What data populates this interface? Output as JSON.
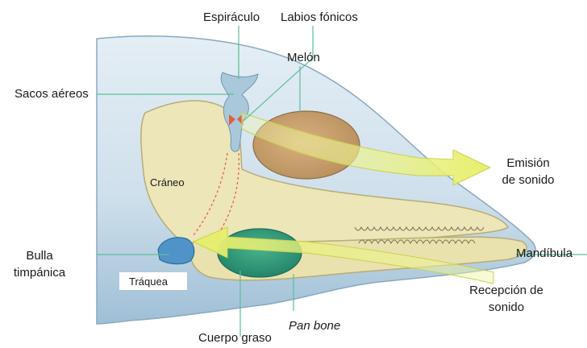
{
  "labels": {
    "espiraculo": "Espiráculo",
    "labios": "Labios fónicos",
    "melon": "Melón",
    "sacos": "Sacos aéreos",
    "craneo": "Cráneo",
    "bulla_1": "Bulla",
    "bulla_2": "timpánica",
    "traquea": "Tráquea",
    "cuerpo": "Cuerpo graso",
    "panbone": "Pan bone",
    "mandibula": "Mandíbula",
    "emision_1": "Emisión",
    "emision_2": "de sonido",
    "recepcion_1": "Recepción de",
    "recepcion_2": "sonido"
  },
  "colors": {
    "head": "#cfe0ec",
    "skull": "#ece6b8",
    "melon": "#c9a06e",
    "fat": "#2f9a77",
    "arrow": "#e8f07a",
    "bulla": "#4f93c8",
    "nasal": "#a9c9da",
    "leader": "#5cbf95",
    "trachea": "#e05555"
  }
}
